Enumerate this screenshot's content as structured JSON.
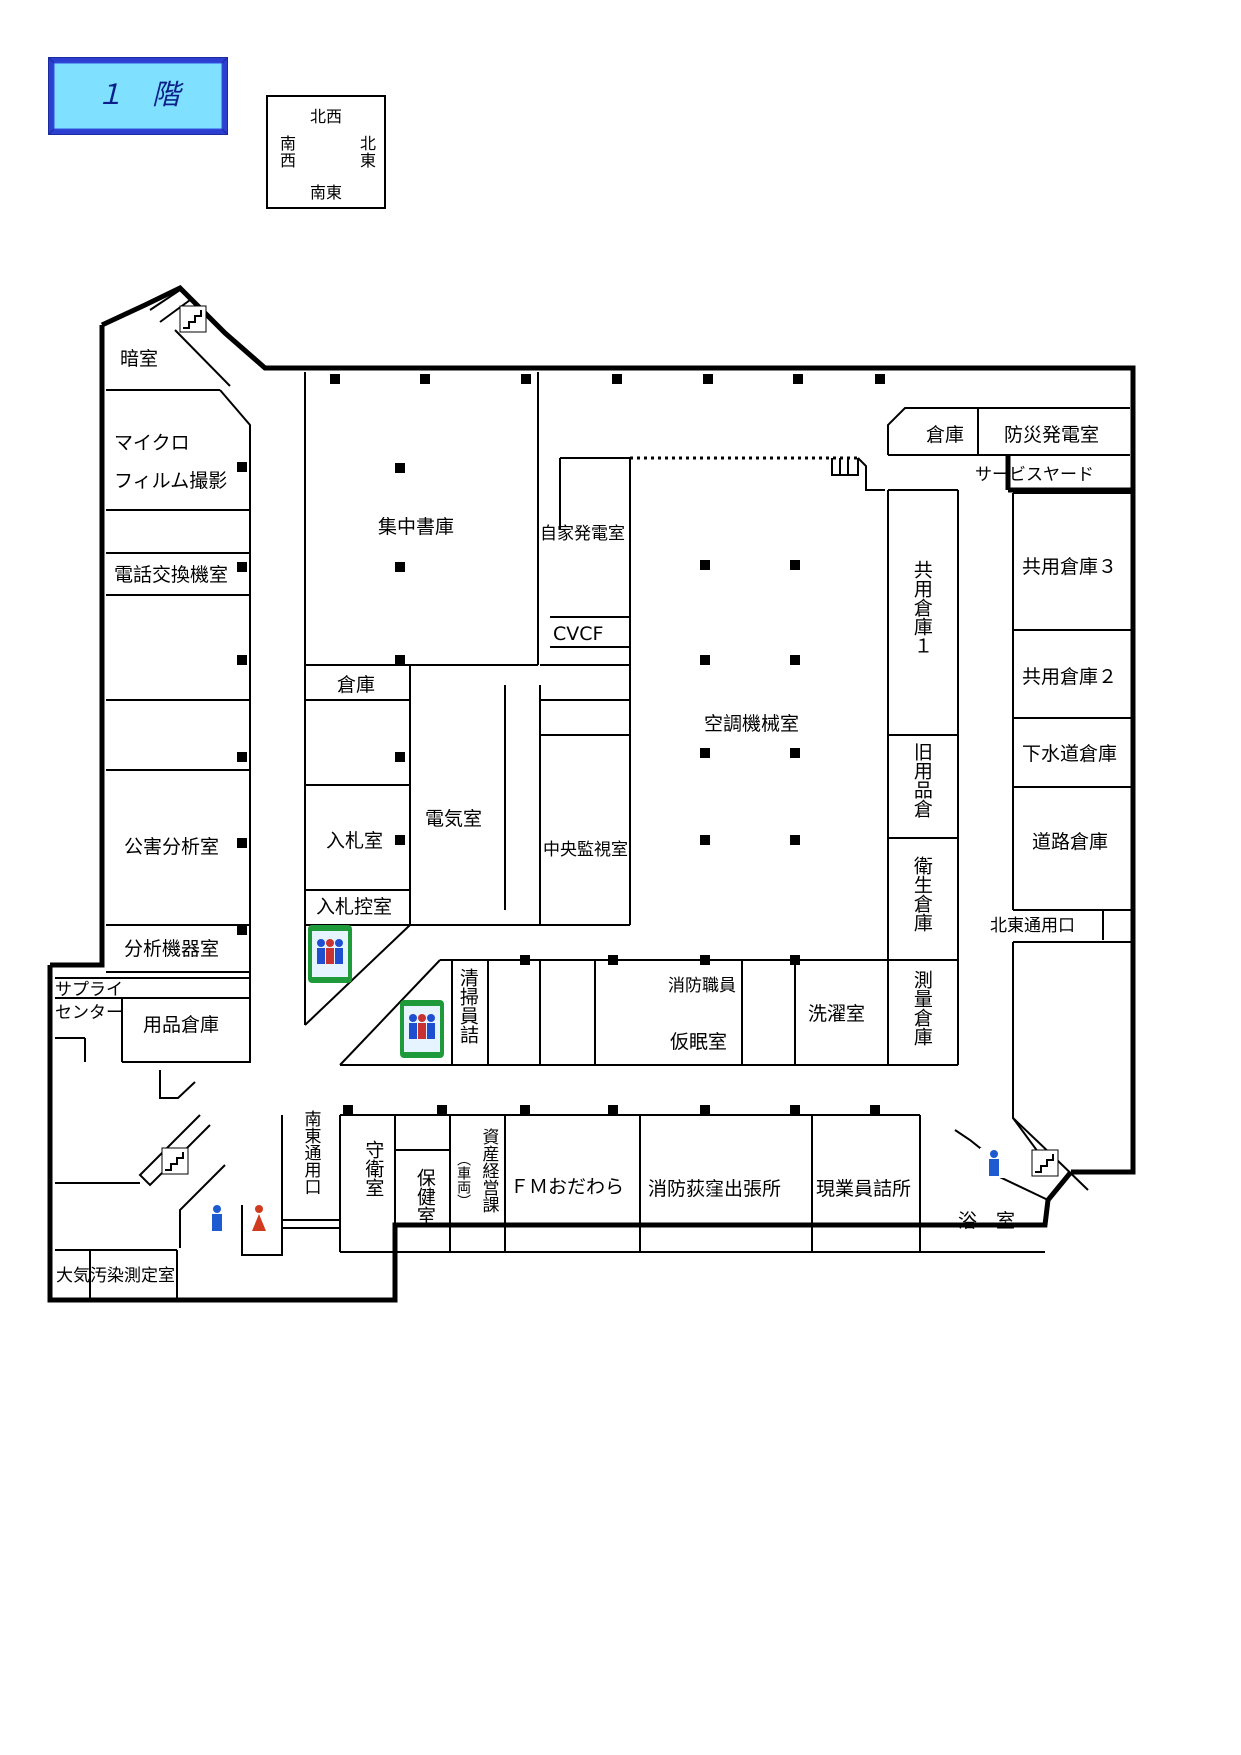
{
  "floor": {
    "title": "１　階"
  },
  "compass": {
    "north_west": "北西",
    "south_west": "南西",
    "north_east": "北東",
    "south_east": "南東"
  },
  "rooms": {
    "darkroom": "暗室",
    "microfilm_line1": "マイクロ",
    "microfilm_line2": "フィルム撮影",
    "phone_exchange": "電話交換機室",
    "pollution_analysis": "公害分析室",
    "analysis_equipment": "分析機器室",
    "supply_center_line1": "サプライ",
    "supply_center_line2": "センター",
    "supplies_storage": "用品倉庫",
    "air_pollution": "大気汚染測定室",
    "central_archive": "集中書庫",
    "storage_small": "倉庫",
    "bid_room": "入札室",
    "bid_waiting": "入札控室",
    "electrical": "電気室",
    "generator": "自家発電室",
    "cvcf": "CVCF",
    "central_monitor": "中央監視室",
    "hvac": "空調機械室",
    "shared_storage_1": "共用倉庫１",
    "old_supplies": "旧用品倉",
    "sanitation_storage": "衛生倉庫",
    "survey_storage": "測量倉庫",
    "storage_ne": "倉庫",
    "disaster_generator": "防災発電室",
    "service_yard": "サービスヤード",
    "shared_storage_3": "共用倉庫３",
    "shared_storage_2": "共用倉庫２",
    "sewer_storage": "下水道倉庫",
    "road_storage": "道路倉庫",
    "northeast_entrance": "北東通用口",
    "cleaning_staff": "清掃員詰",
    "fire_staff_line1": "消防職員",
    "fire_staff_line2": "仮眠室",
    "laundry": "洗濯室",
    "southeast_entrance": "南東通用口",
    "guard": "守衛室",
    "health": "保健室",
    "assets_line1": "資産経営課",
    "assets_line2": "（車両）",
    "fm_odawara": "ＦＭおだわら",
    "fire_branch": "消防荻窪出張所",
    "field_staff": "現業員詰所",
    "bath": "浴　室"
  }
}
